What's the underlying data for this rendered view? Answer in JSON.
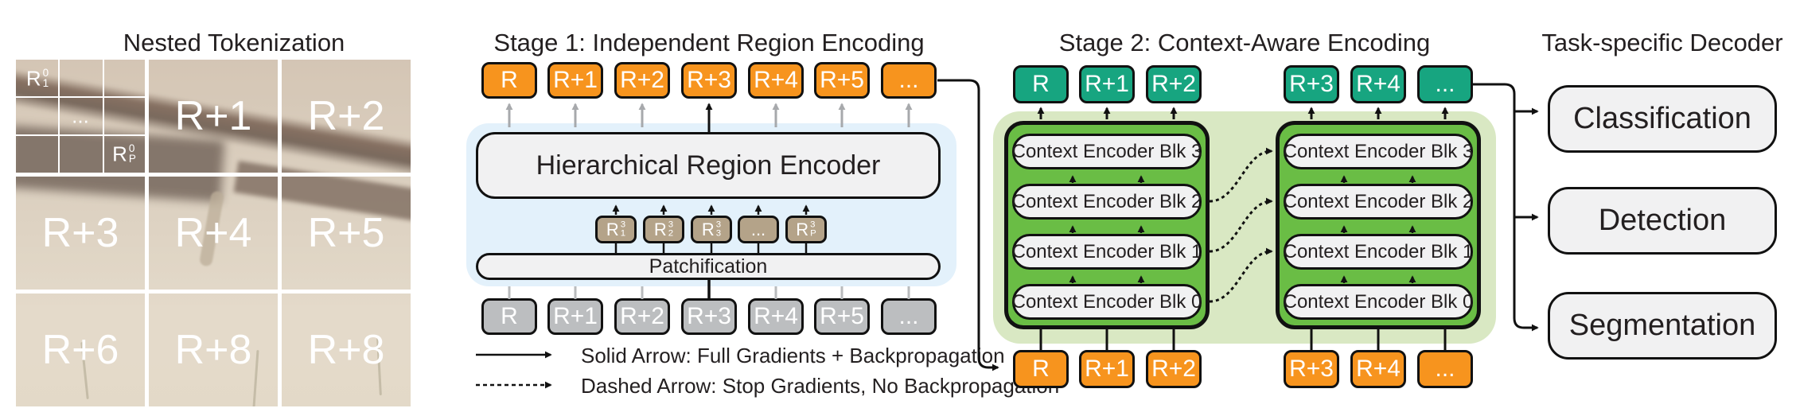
{
  "colors": {
    "orange": "#F7941E",
    "teal_green": "#17A580",
    "stack_green": "#6ABD45",
    "panel_green": "#D9E8C3",
    "panel_blue": "#E3F1FB",
    "tan": "#B4A389",
    "token_gray": "#BCBEC0",
    "box_gray": "#F1F1F2",
    "arrow_gray": "#A7A9AC",
    "ink": "#231F20"
  },
  "tokenization": {
    "title": "Nested Tokenization",
    "subgrid": {
      "first": {
        "base": "R",
        "sup": "0",
        "sub": "1"
      },
      "middle": {
        "base": "...",
        "sup": "",
        "sub": ""
      },
      "last": {
        "base": "R",
        "sup": "0",
        "sub": "P"
      }
    },
    "cells": [
      "R+1",
      "R+2",
      "R+3",
      "R+4",
      "R+5",
      "R+6",
      "R+8",
      "R+8"
    ]
  },
  "stage1": {
    "title": "Stage 1: Independent Region Encoding",
    "output_tokens": [
      "R",
      "R+1",
      "R+2",
      "R+3",
      "R+4",
      "R+5",
      "..."
    ],
    "encoder_label": "Hierarchical Region Encoder",
    "patch_tokens": [
      {
        "base": "R",
        "sup": "3",
        "sub": "1"
      },
      {
        "base": "R",
        "sup": "3",
        "sub": "2"
      },
      {
        "base": "R",
        "sup": "3",
        "sub": "3"
      },
      {
        "base": "...",
        "sup": "",
        "sub": ""
      },
      {
        "base": "R",
        "sup": "3",
        "sub": "P"
      }
    ],
    "patchification_label": "Patchification",
    "input_tokens": [
      "R",
      "R+1",
      "R+2",
      "R+3",
      "R+4",
      "R+5",
      "..."
    ],
    "legend": {
      "solid": "Solid Arrow: Full Gradients + Backpropagation",
      "dashed": "Dashed Arrow: Stop Gradients, No Backpropagation"
    }
  },
  "stage2": {
    "title": "Stage 2: Context-Aware Encoding",
    "top_tokens_left": [
      "R",
      "R+1",
      "R+2"
    ],
    "top_tokens_right": [
      "R+3",
      "R+4",
      "..."
    ],
    "left_stack_blocks": [
      "Context Encoder Blk 3",
      "Context Encoder Blk 2",
      "Context Encoder Blk 1",
      "Context Encoder Blk 0"
    ],
    "right_stack_blocks": [
      "Context Encoder Blk 3",
      "Context Encoder Blk 2",
      "Context Encoder Blk 1",
      "Context Encoder Blk 0"
    ],
    "bottom_tokens_left": [
      "R",
      "R+1",
      "R+2"
    ],
    "bottom_tokens_right": [
      "R+3",
      "R+4",
      "..."
    ]
  },
  "decoder": {
    "title": "Task-specific Decoder",
    "tasks": [
      "Classification",
      "Detection",
      "Segmentation"
    ]
  }
}
